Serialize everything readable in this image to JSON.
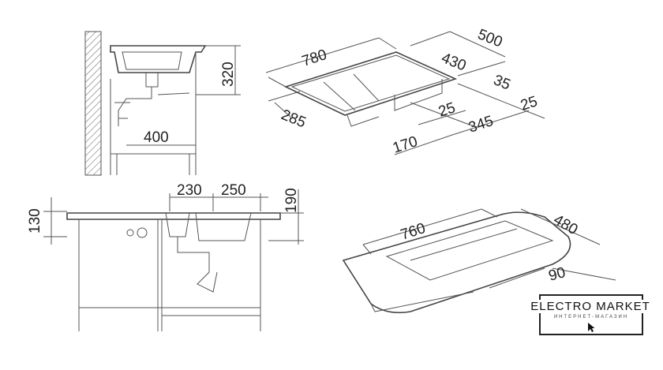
{
  "side_view": {
    "height": "320",
    "depth": "400"
  },
  "top_iso": {
    "length": "780",
    "width": "500",
    "inner_width": "430",
    "rim_back": "35",
    "drainer_width": "285",
    "rim_left": "25",
    "bowl_length": "345",
    "rim_right": "25",
    "small_bowl": "170"
  },
  "front_view": {
    "cabinet_height": "130",
    "offset_left": "230",
    "offset_right": "250",
    "bowl_depth": "190"
  },
  "bottom_iso": {
    "cutout_length": "760",
    "cutout_width": "480",
    "partial_dim": "90"
  },
  "logo": {
    "name": "ELECTRO MARKET",
    "subtitle": "ИНТЕРНЕТ-МАГАЗИН"
  }
}
